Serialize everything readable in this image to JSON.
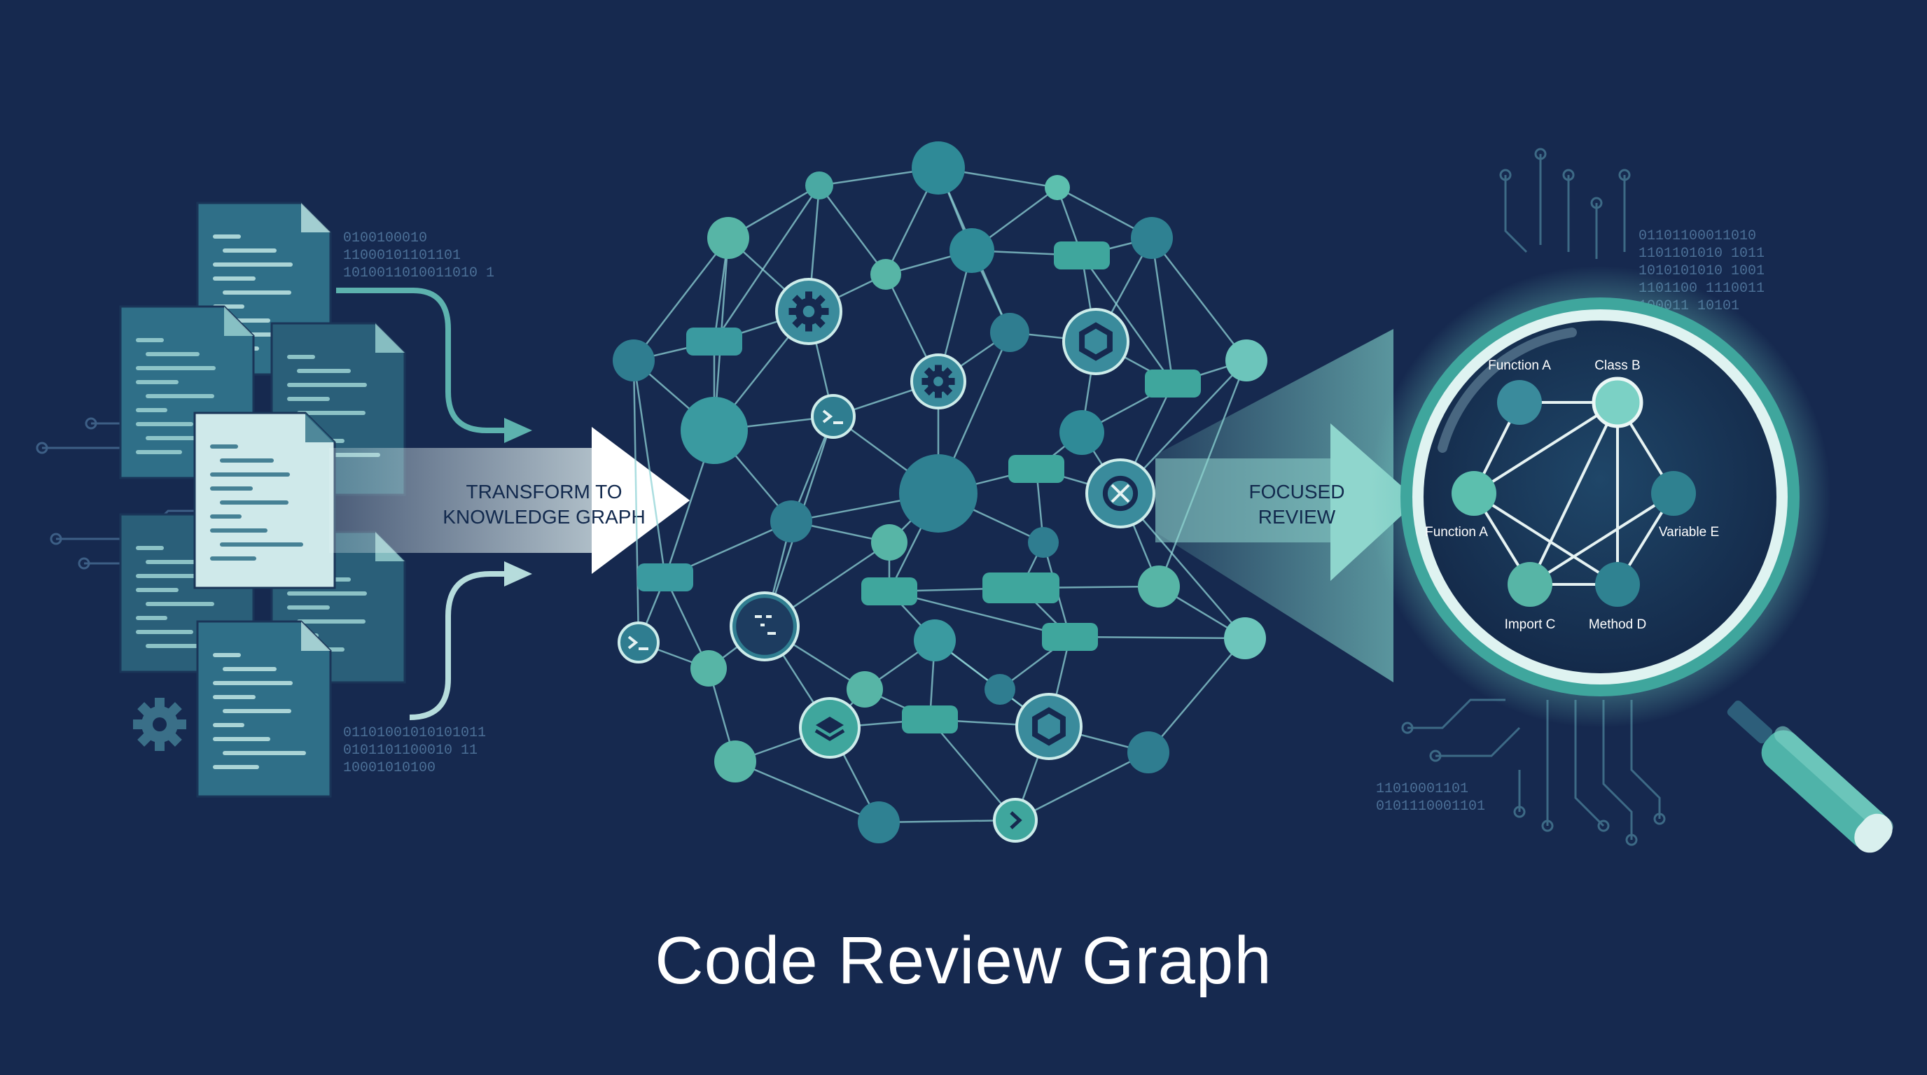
{
  "title": "Code Review Graph",
  "arrows": {
    "transform_line1": "TRANSFORM TO",
    "transform_line2": "KNOWLEDGE GRAPH",
    "focused_line1": "FOCUSED",
    "focused_line2": "REVIEW"
  },
  "binary": {
    "left_top": [
      "0100100010",
      "11000101101101",
      "1010011010011010 1"
    ],
    "left_bottom": [
      "01101001010101011",
      "0101101100010 11",
      "10001010100"
    ],
    "right_top": [
      "01101100011010",
      "1101101010 1011",
      "1010101010 1001",
      "1101100 1110011",
      "100011 10101"
    ],
    "right_bottom": [
      "11010001101",
      "0101110001101"
    ]
  },
  "focus_nodes": {
    "function_a_top": "Function A",
    "class_b": "Class B",
    "function_a_left": "Function A",
    "variable_e": "Variable E",
    "import_c": "Import C",
    "method_d": "Method D"
  },
  "colors": {
    "background": "#16294f",
    "teal_dark": "#2a7a8c",
    "teal_mid": "#3f9ea3",
    "teal_light": "#6cc5bb",
    "line": "#8fd3d6",
    "doc_light": "#cfe9ea",
    "doc_dark": "#2e6f86"
  },
  "icons": [
    "gear-icon",
    "hexagon-icon",
    "terminal-icon",
    "layers-icon",
    "chevron-right-icon",
    "code-icon",
    "magnifier-icon"
  ]
}
